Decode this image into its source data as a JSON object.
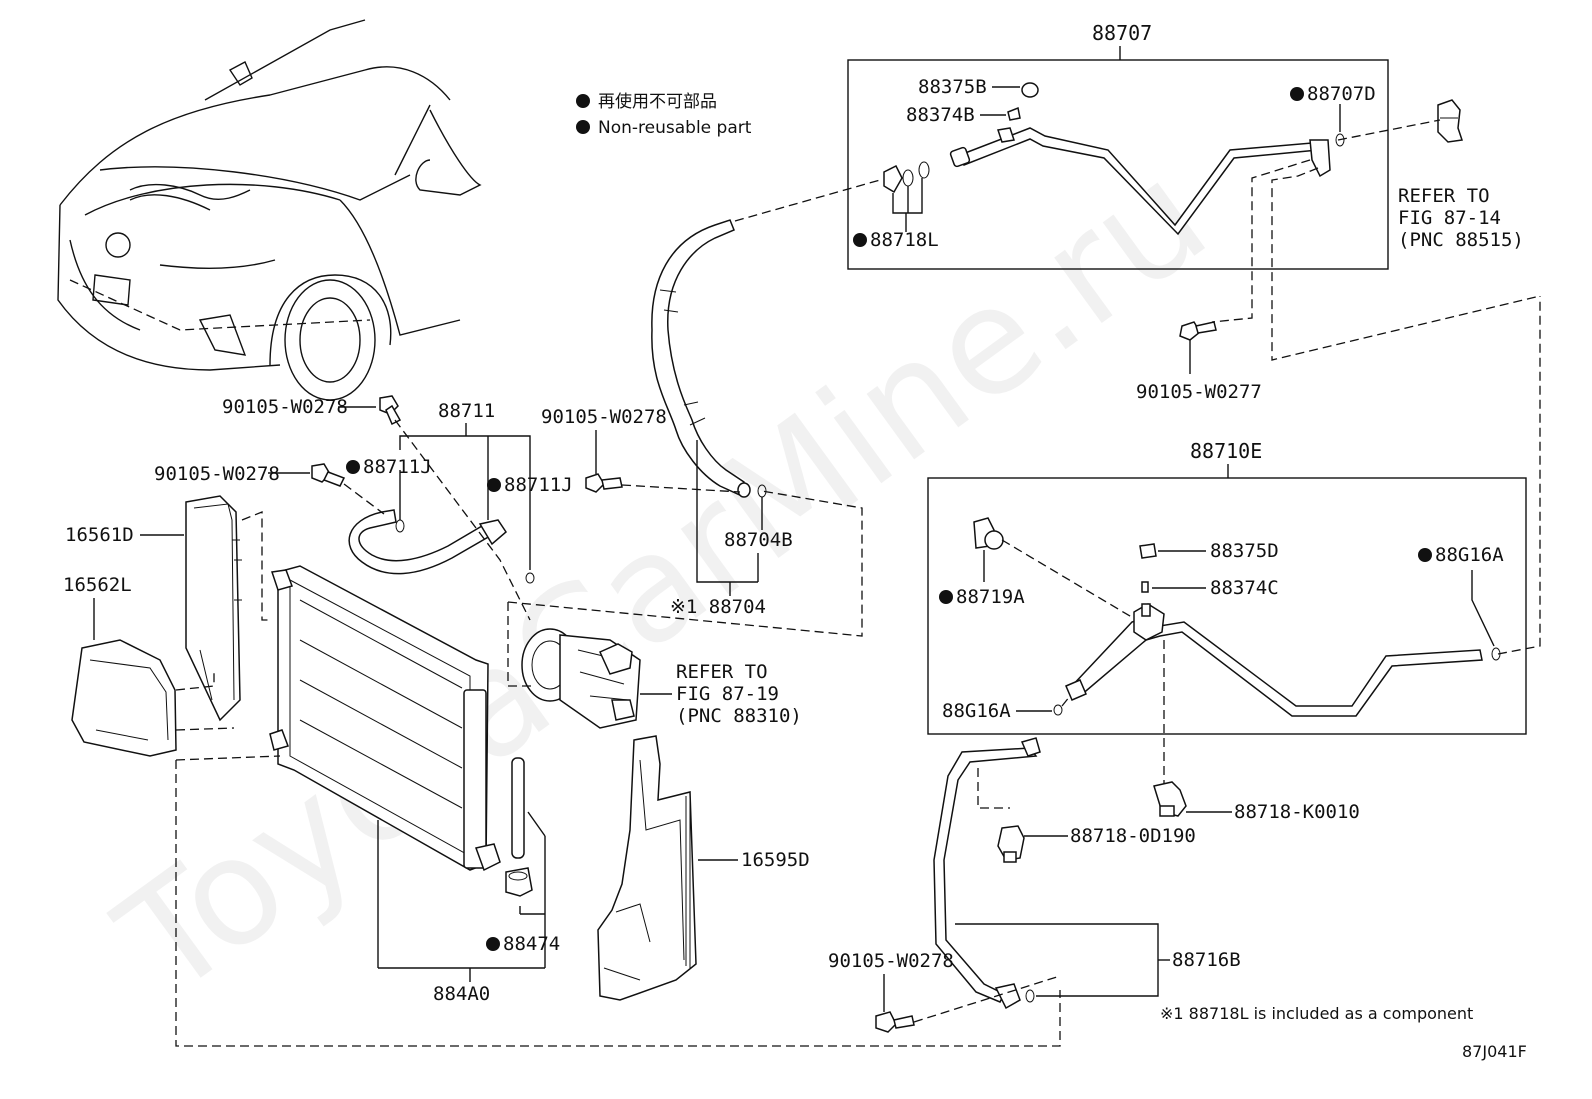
{
  "watermark": "ToyotaCarMine.ru",
  "legend": {
    "jp": "再使用不可部品",
    "en": "Non-reusable part"
  },
  "figure_code": "87J041F",
  "footnote": "※1 88718L is included as a component",
  "labels": {
    "p88707": "88707",
    "p88375B": "88375B",
    "p88374B": "88374B",
    "p88707D": "88707D",
    "p88718L": "88718L",
    "refer_87_14_a": "REFER TO",
    "refer_87_14_b": "FIG 87-14",
    "refer_87_14_c": "(PNC 88515)",
    "p90105_W0277": "90105-W0277",
    "p90105_W0278_a": "90105-W0278",
    "p88711": "88711",
    "p90105_W0278_b": "90105-W0278",
    "p88711J_a": "88711J",
    "p88711J_b": "88711J",
    "p90105_W0278_c": "90105-W0278",
    "p88704B": "88704B",
    "p88704": "※1 88704",
    "p16561D": "16561D",
    "p16562L": "16562L",
    "refer_87_19_a": "REFER TO",
    "refer_87_19_b": "FIG 87-19",
    "refer_87_19_c": "(PNC 88310)",
    "p88710E": "88710E",
    "p88375D": "88375D",
    "p88374C": "88374C",
    "p88G16A_a": "88G16A",
    "p88719A": "88719A",
    "p88G16A_b": "88G16A",
    "p88718_K0010": "88718-K0010",
    "p88718_0D190": "88718-0D190",
    "p16595D": "16595D",
    "p88474": "88474",
    "p884A0": "884A0",
    "p90105_W0278_d": "90105-W0278",
    "p88716B": "88716B"
  }
}
